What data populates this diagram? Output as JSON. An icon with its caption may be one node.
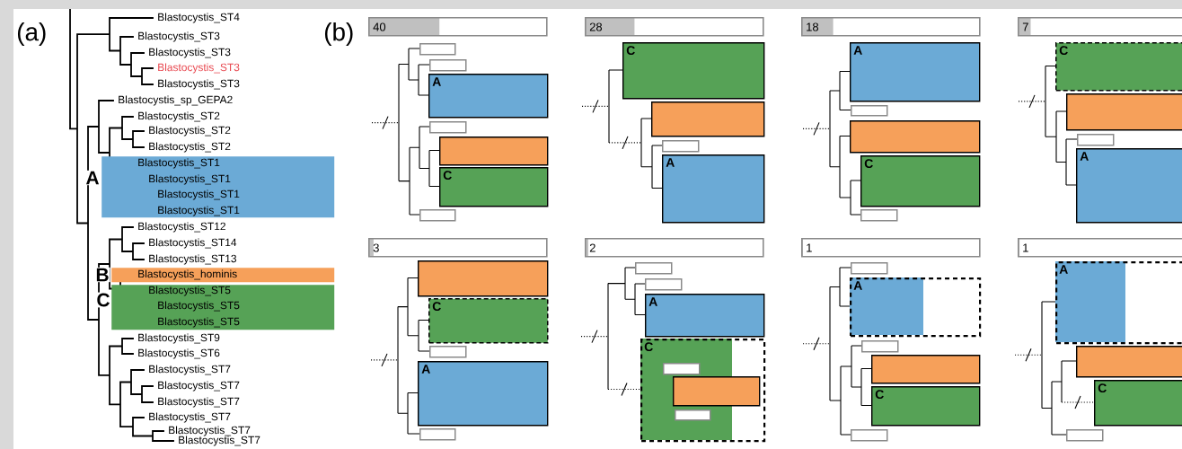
{
  "diagram": {
    "nodes": [
      {
        "text": [
          "Blastocystis_ST1",
          "Blastocystis_ST1",
          "Blastocystis_ST1",
          "Blastocystis_ST1"
        ],
        "beside": [
          "A"
        ]
      },
      {
        "text": [
          "Blastocystis_hominis"
        ],
        "beside": [
          "B"
        ]
      },
      {
        "text": [
          "Blastocystis_ST5",
          "Blastocystis_ST5",
          "Blastocystis_ST5"
        ],
        "beside": [
          "C"
        ]
      },
      {
        "text": [
          "40"
        ]
      },
      {
        "text": [],
        "shape": "box"
      },
      {
        "text": [],
        "shape": "box"
      },
      {
        "text": [
          "A"
        ]
      },
      {
        "text": [],
        "shape": "box"
      },
      {
        "text": [],
        "shape": "box"
      },
      {
        "text": [
          "C"
        ]
      },
      {
        "text": [],
        "shape": "box"
      },
      {
        "text": [
          "28"
        ]
      },
      {
        "text": [
          "C"
        ]
      },
      {
        "text": [],
        "shape": "box"
      },
      {
        "text": [],
        "shape": "box"
      },
      {
        "text": [
          "A"
        ]
      },
      {
        "text": [
          "18"
        ]
      },
      {
        "text": [
          "A"
        ]
      },
      {
        "text": [],
        "shape": "box"
      },
      {
        "text": [],
        "shape": "box"
      },
      {
        "text": [
          "C"
        ]
      },
      {
        "text": [],
        "shape": "box"
      },
      {
        "text": [
          "7"
        ]
      },
      {
        "text": [
          "C"
        ]
      },
      {
        "text": [],
        "shape": "box"
      },
      {
        "text": [],
        "shape": "box"
      },
      {
        "text": [
          "A"
        ]
      },
      {
        "text": [
          "3"
        ]
      },
      {
        "text": [],
        "shape": "box"
      },
      {
        "text": [
          "C"
        ]
      },
      {
        "text": [],
        "shape": "box"
      },
      {
        "text": [
          "A"
        ]
      },
      {
        "text": [],
        "shape": "box"
      },
      {
        "text": [
          "2"
        ]
      },
      {
        "text": [],
        "shape": "box"
      },
      {
        "text": [],
        "shape": "box"
      },
      {
        "text": [
          "A"
        ]
      },
      {
        "text": [
          "C"
        ]
      },
      {
        "text": [],
        "shape": "box",
        "in": 37
      },
      {
        "text": [],
        "shape": "box",
        "in": 37
      },
      {
        "text": [],
        "shape": "box",
        "in": 37
      },
      {
        "text": [
          "1"
        ]
      },
      {
        "text": [],
        "shape": "box"
      },
      {
        "text": [
          "A"
        ]
      },
      {
        "text": [],
        "shape": "box"
      },
      {
        "text": [],
        "shape": "box"
      },
      {
        "text": [
          "C"
        ]
      },
      {
        "text": [],
        "shape": "box"
      },
      {
        "text": [
          "1"
        ]
      },
      {
        "text": [
          "A"
        ]
      },
      {
        "text": [],
        "shape": "box"
      },
      {
        "text": [
          "C"
        ]
      },
      {
        "text": [],
        "shape": "box"
      }
    ],
    "labels": [
      "(a)",
      "Blastocystis_ST4",
      "Blastocystis_ST3",
      "Blastocystis_ST3",
      "Blastocystis_ST3",
      "Blastocystis_ST3",
      "Blastocystis_sp_GEPA2",
      "Blastocystis_ST2",
      "Blastocystis_ST2",
      "Blastocystis_ST2",
      "Blastocystis_ST12",
      "Blastocystis_ST14",
      "Blastocystis_ST13",
      "Blastocystis_ST9",
      "Blastocystis_ST6",
      "Blastocystis_ST7",
      "Blastocystis_ST7",
      "Blastocystis_ST7",
      "Blastocystis_ST7",
      "Blastocystis_ST7",
      "Blastocystis_ST7",
      "(b)"
    ]
  }
}
